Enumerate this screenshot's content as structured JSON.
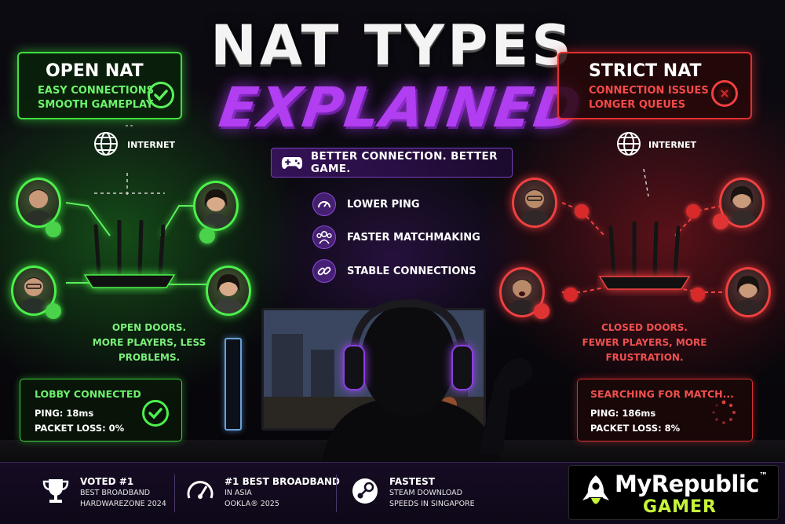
{
  "title": {
    "line1": "NAT TYPES",
    "line2": "EXPLAINED"
  },
  "tagline": {
    "text": "BETTER CONNECTION. BETTER GAME.",
    "icon": "gamepad-icon"
  },
  "open_nat": {
    "heading": "OPEN NAT",
    "sub1": "EASY CONNECTIONS",
    "sub2": "SMOOTH GAMEPLAY",
    "internet_label": "INTERNET",
    "caption_line1": "OPEN DOORS.",
    "caption_line2": "MORE PLAYERS, LESS PROBLEMS.",
    "status": {
      "title": "LOBBY CONNECTED",
      "ping": "PING: 18ms",
      "loss": "PACKET LOSS: 0%"
    },
    "accent": "#3fe03f"
  },
  "strict_nat": {
    "heading": "STRICT NAT",
    "sub1": "CONNECTION ISSUES",
    "sub2": "LONGER QUEUES",
    "internet_label": "INTERNET",
    "caption_line1": "CLOSED DOORS.",
    "caption_line2": "FEWER PLAYERS, MORE FRUSTRATION.",
    "status": {
      "title": "SEARCHING FOR MATCH...",
      "ping": "PING: 186ms",
      "loss": "PACKET LOSS: 8%"
    },
    "accent": "#e03030"
  },
  "benefits": [
    {
      "label": "LOWER PING",
      "icon": "speedometer-icon"
    },
    {
      "label": "FASTER MATCHMAKING",
      "icon": "users-icon"
    },
    {
      "label": "STABLE CONNECTIONS",
      "icon": "link-icon"
    }
  ],
  "awards": [
    {
      "heading": "VOTED #1",
      "line1": "BEST BROADBAND",
      "line2": "HARDWAREZONE 2024",
      "icon": "trophy-icon"
    },
    {
      "heading": "#1 BEST BROADBAND",
      "line1": "IN ASIA",
      "line2": "OOKLA® 2025",
      "icon": "speedometer-icon"
    },
    {
      "heading": "FASTEST",
      "line1": "STEAM DOWNLOAD",
      "line2": "SPEEDS IN SINGAPORE",
      "icon": "steam-icon"
    }
  ],
  "brand": {
    "name": "MyRepublic",
    "trademark": "™",
    "sub": "GAMER",
    "accent": "#c6f53a"
  }
}
